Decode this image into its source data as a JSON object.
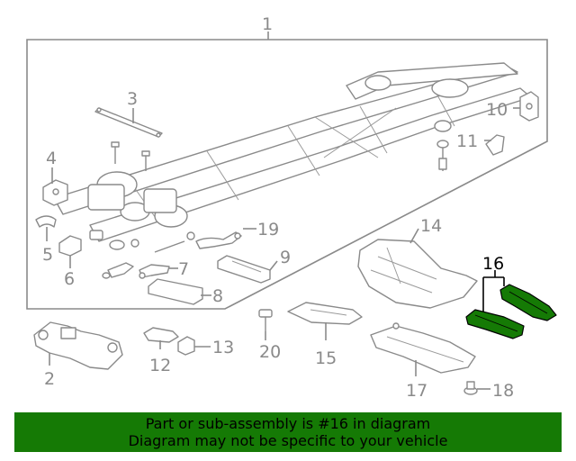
{
  "diagram": {
    "callouts": {
      "n1": "1",
      "n2": "2",
      "n3": "3",
      "n4": "4",
      "n5": "5",
      "n6": "6",
      "n7": "7",
      "n8": "8",
      "n9": "9",
      "n10": "10",
      "n11": "11",
      "n12": "12",
      "n13": "13",
      "n14": "14",
      "n15": "15",
      "n16": "16",
      "n17": "17",
      "n18": "18",
      "n19": "19",
      "n20": "20"
    },
    "highlight_color": "#157a05",
    "line_color": "#8a8a8a"
  },
  "banner": {
    "line1": "Part or sub-assembly is #16 in diagram",
    "line2": "Diagram may not be specific to your vehicle",
    "background": "#157a05"
  }
}
